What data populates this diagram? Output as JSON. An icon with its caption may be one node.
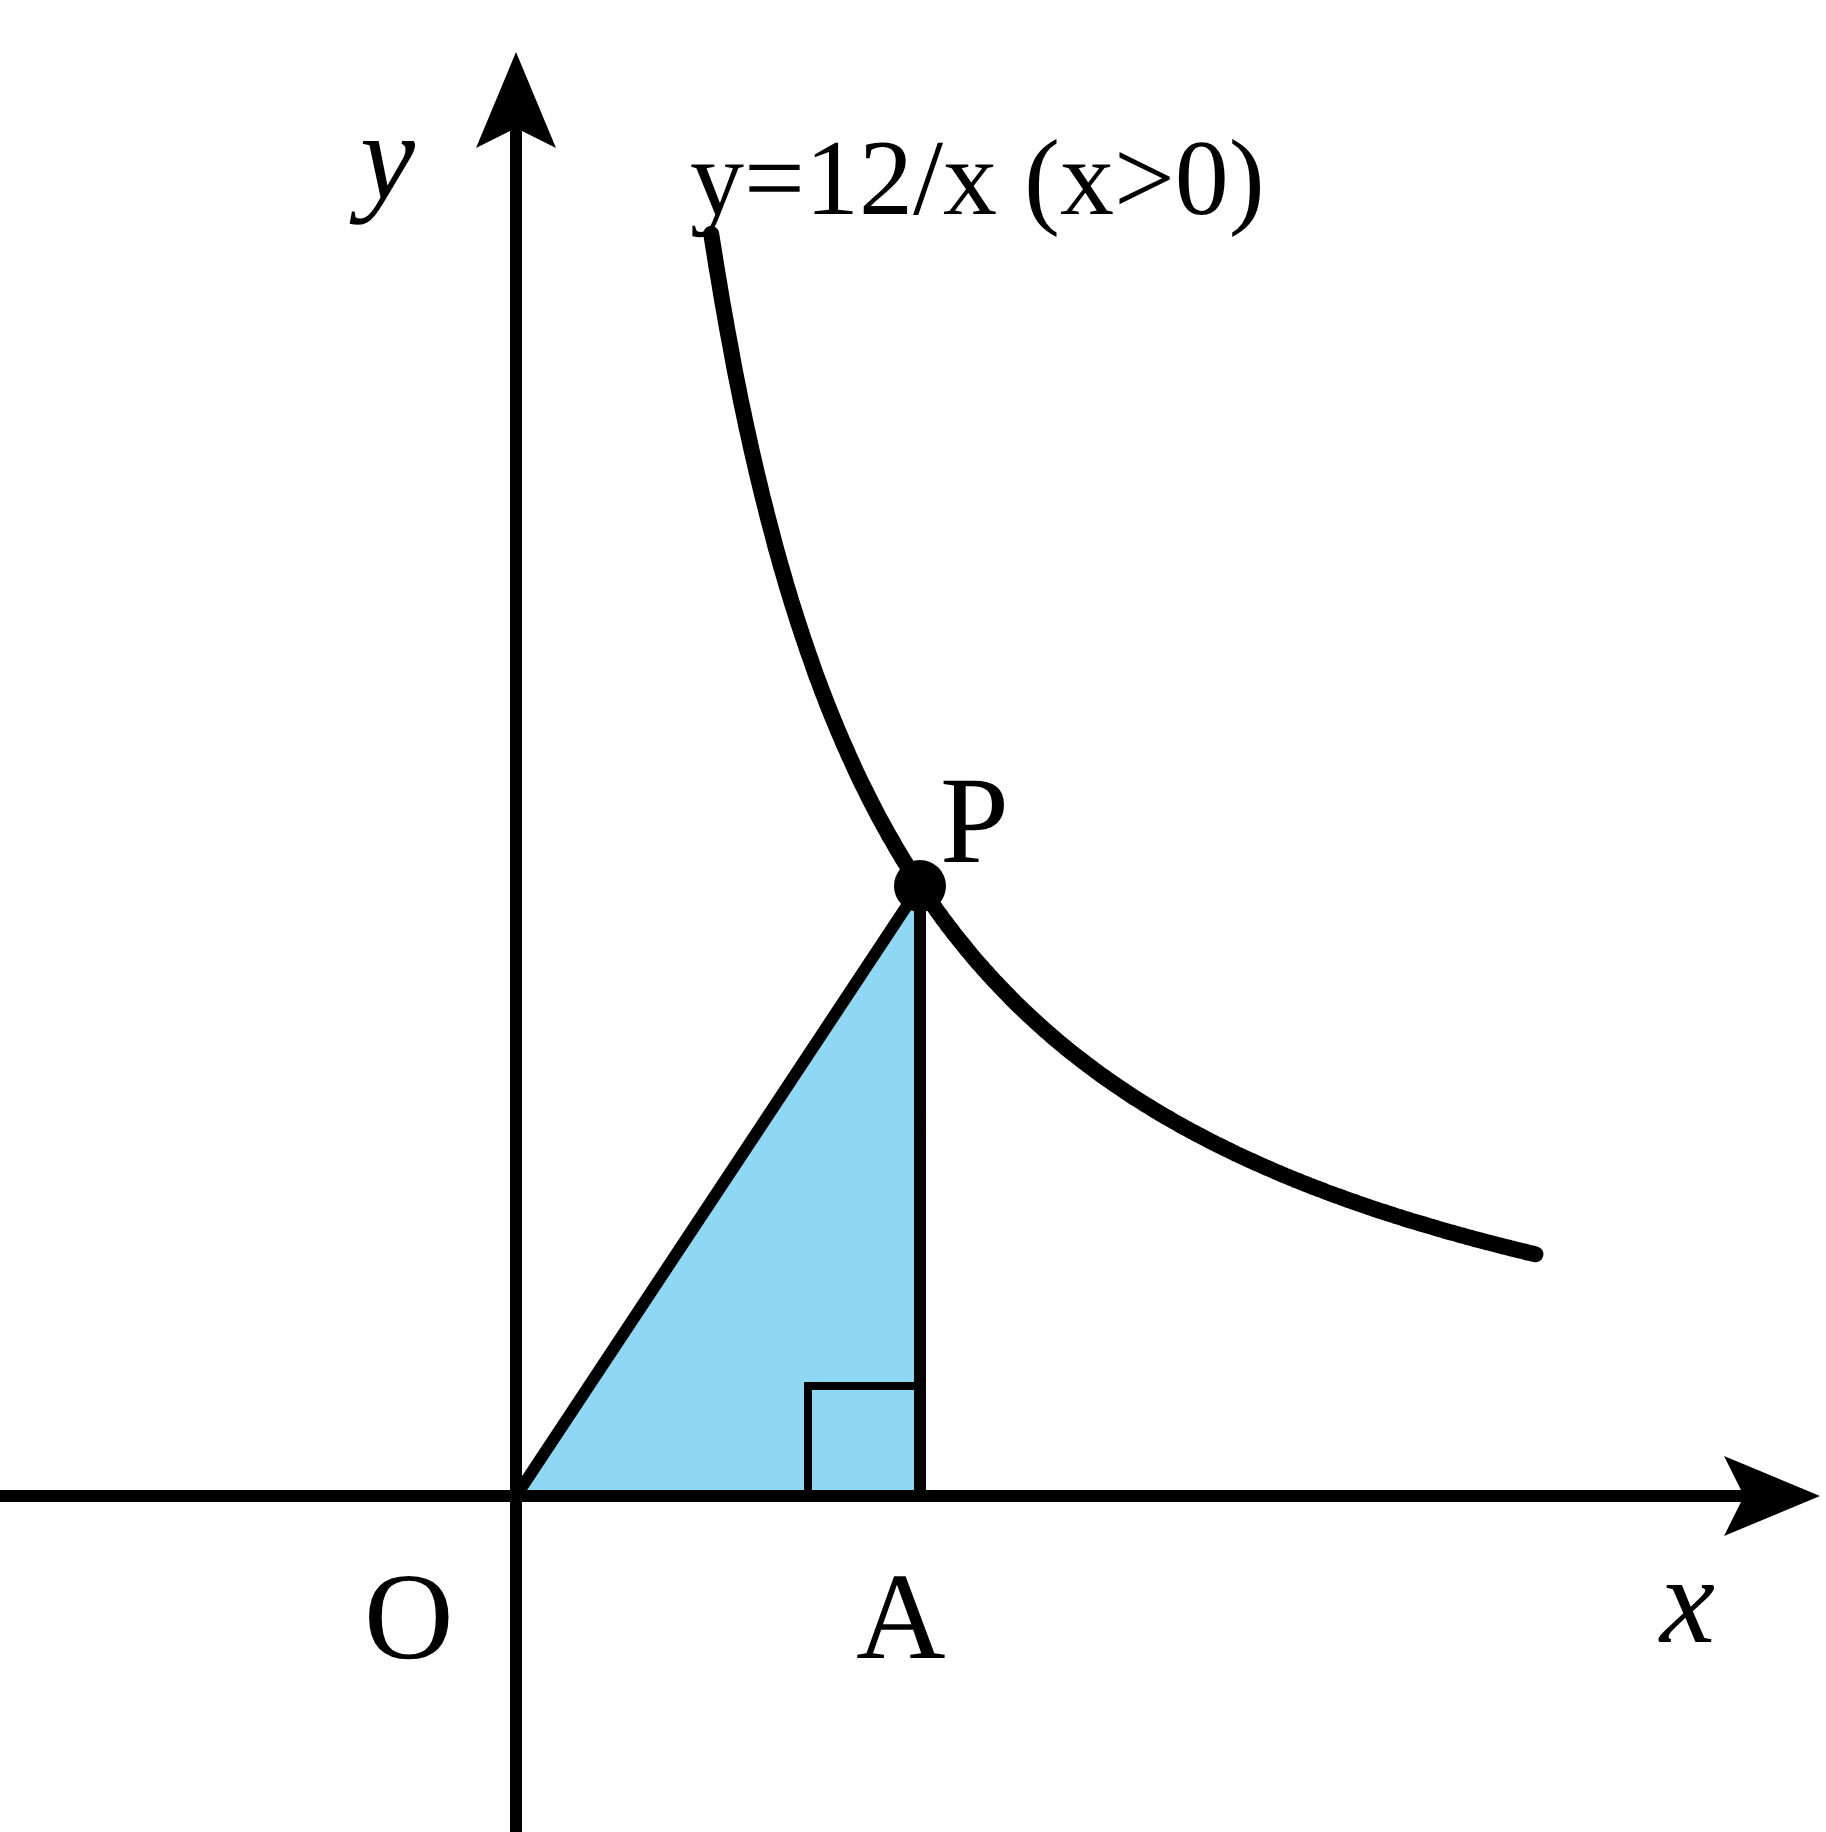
{
  "diagram": {
    "labels": [
      "y",
      "y=12/x (x>0)",
      "P",
      "O",
      "A",
      "x"
    ]
  }
}
